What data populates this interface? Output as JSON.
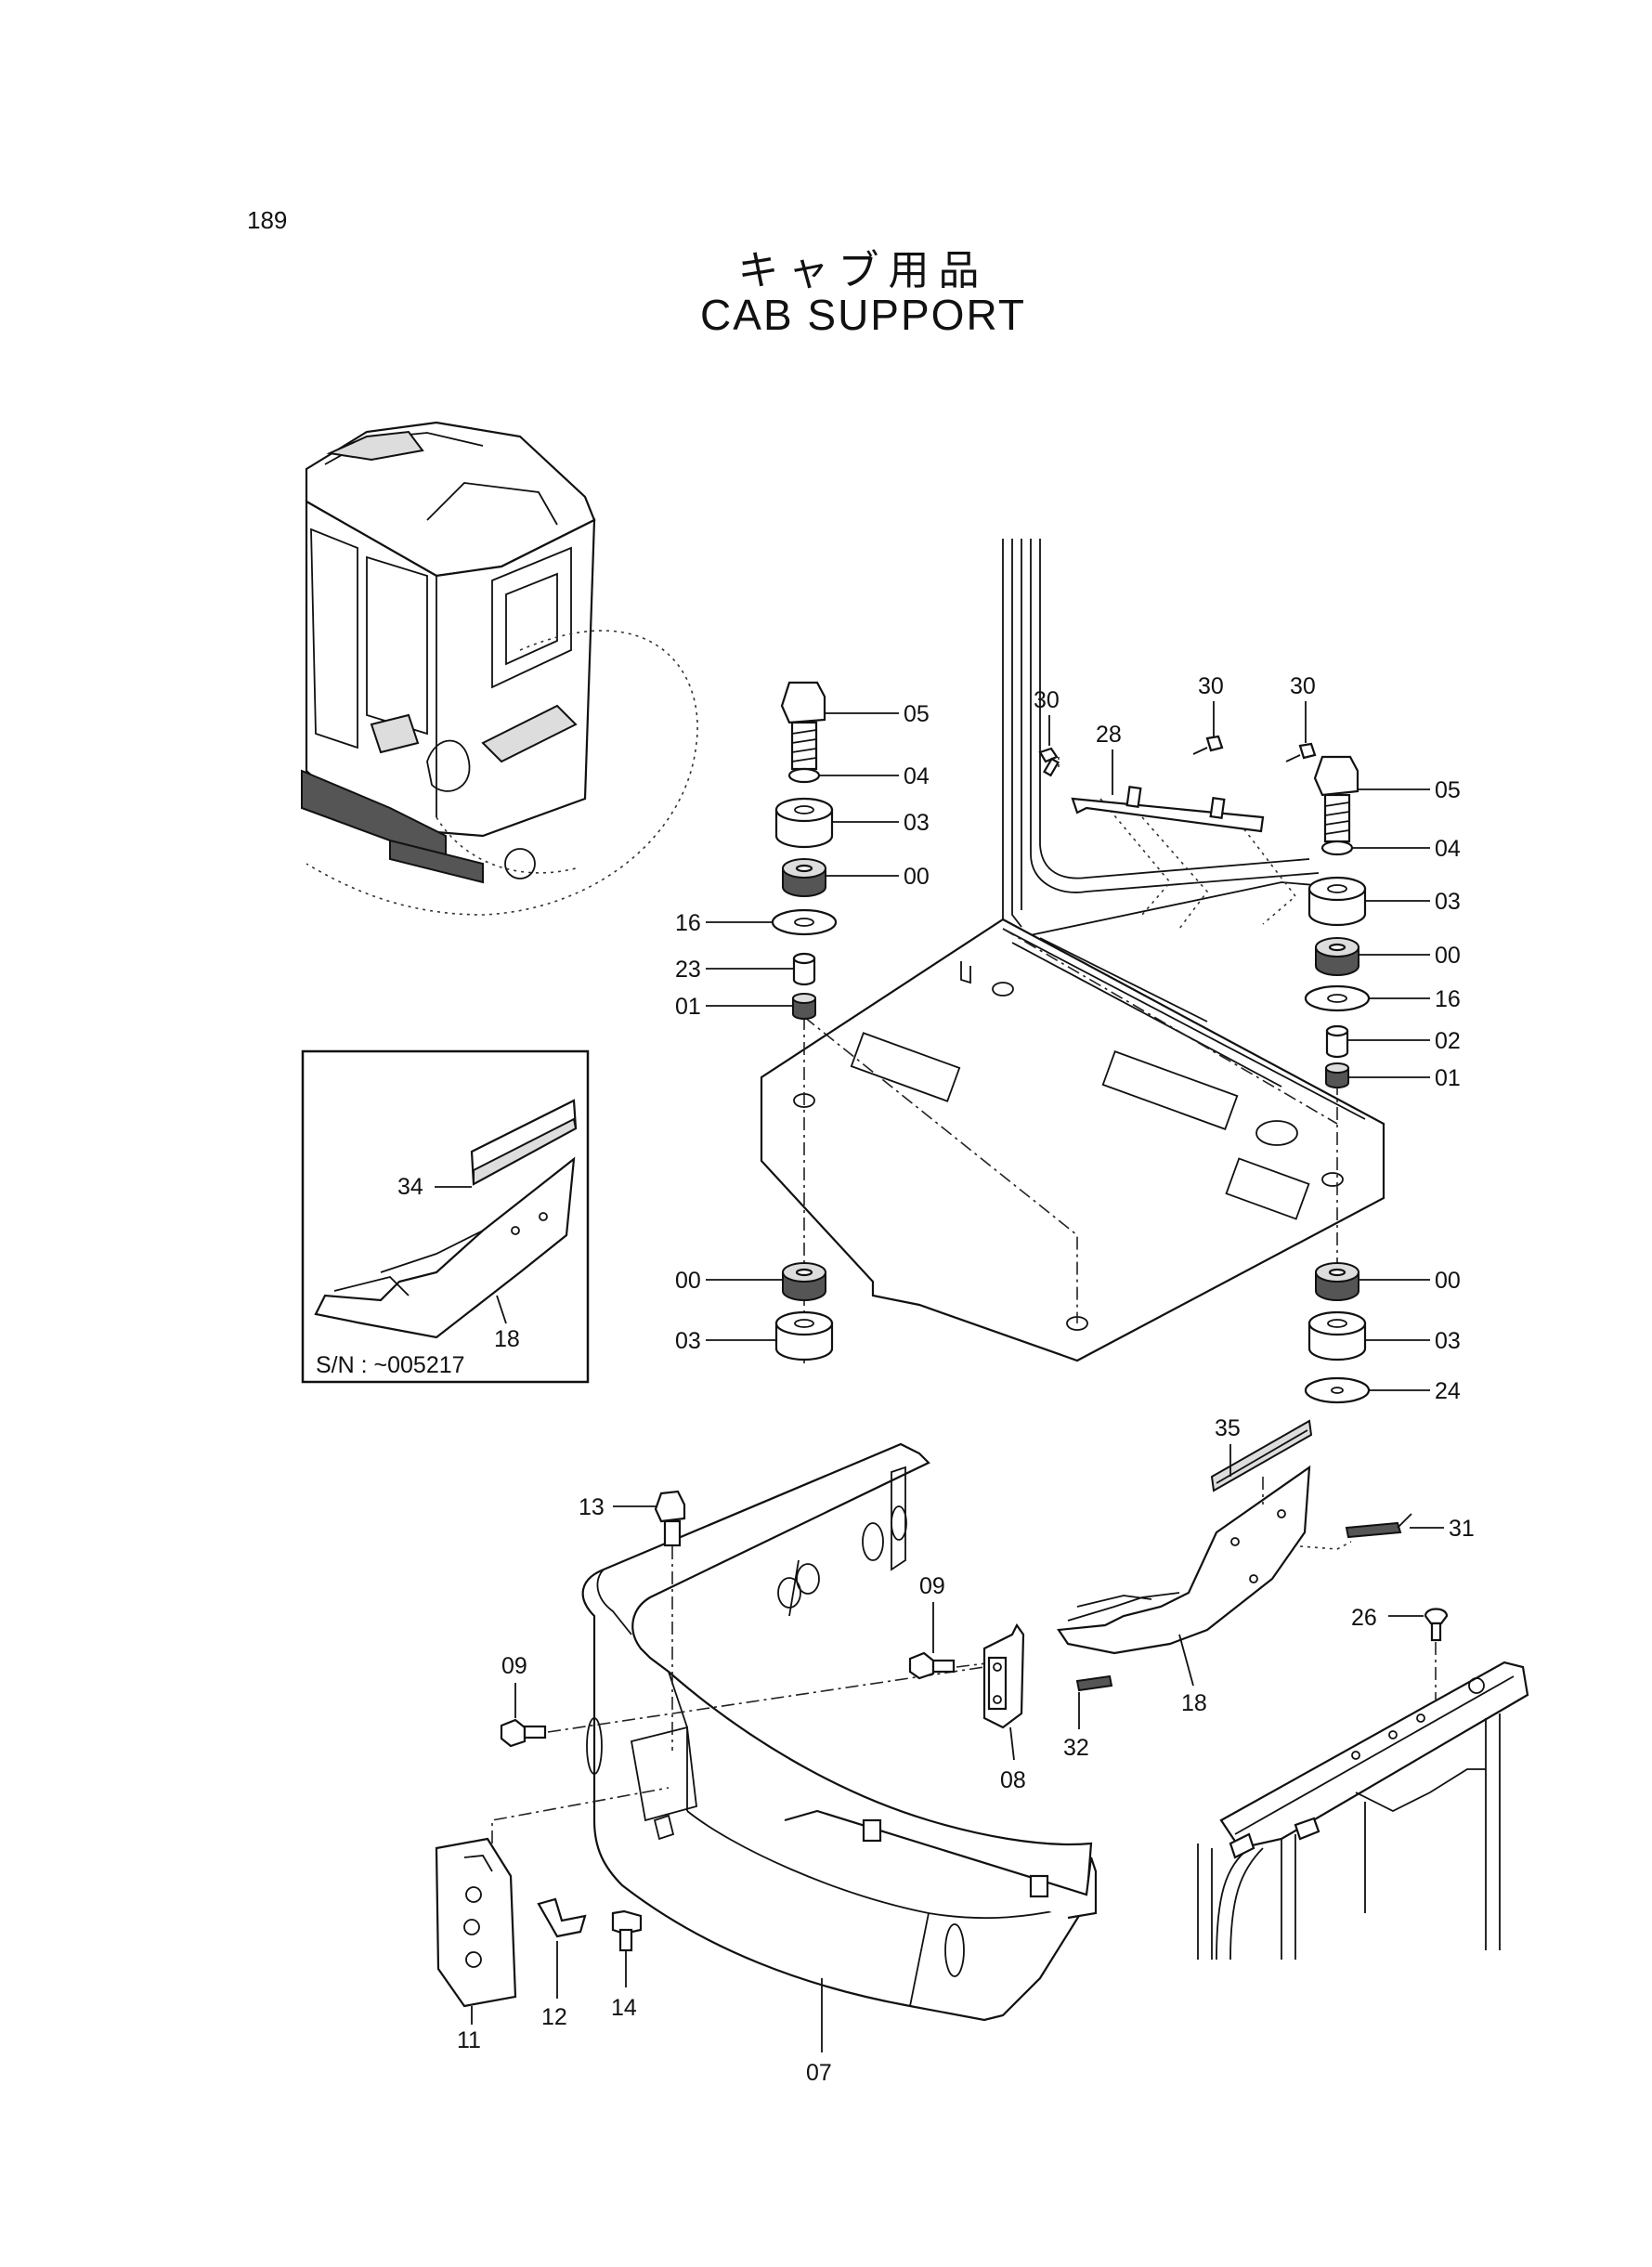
{
  "page": {
    "number": "189",
    "title_jp": "キャブ用品",
    "title_en": "CAB SUPPORT"
  },
  "inset": {
    "serial_note": "S/N : ~005217",
    "callouts": [
      "34",
      "18"
    ]
  },
  "callouts": {
    "left_column": [
      "05",
      "04",
      "03",
      "00",
      "16",
      "23",
      "01",
      "00",
      "03"
    ],
    "right_column": [
      "05",
      "04",
      "03",
      "00",
      "16",
      "02",
      "01",
      "00",
      "03",
      "24"
    ],
    "top_bracket": [
      "30",
      "30",
      "30",
      "28"
    ],
    "lower_assembly": [
      "35",
      "31",
      "26",
      "18",
      "32",
      "08",
      "09",
      "09",
      "13",
      "11",
      "12",
      "14",
      "07"
    ]
  },
  "colors": {
    "line": "#111111",
    "background": "#ffffff",
    "shade": "#555555"
  }
}
